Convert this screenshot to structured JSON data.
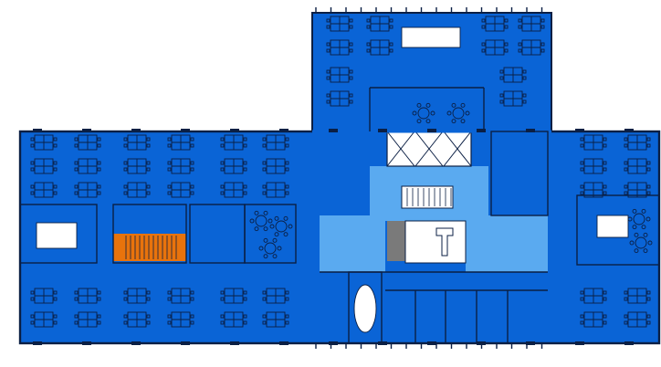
{
  "colors": {
    "background": "#ffffff",
    "office_blue": "#0a64d6",
    "core_light_blue": "#5aaaf0",
    "core_dark": "#0b3f8a",
    "stair_orange": "#e8730c",
    "elevator_gray": "#7a7a7a",
    "wall": "#0b1f44",
    "furniture": "#0b1f44"
  },
  "zones": [
    {
      "name": "open-office-west",
      "type": "office",
      "label": ""
    },
    {
      "name": "open-office-north-wing",
      "type": "office",
      "label": ""
    },
    {
      "name": "open-office-east",
      "type": "office",
      "label": ""
    },
    {
      "name": "circulation-core",
      "type": "core",
      "label": ""
    },
    {
      "name": "fire-stair",
      "type": "stair",
      "label": ""
    },
    {
      "name": "elevator-bank",
      "type": "elevator",
      "label": ""
    }
  ]
}
